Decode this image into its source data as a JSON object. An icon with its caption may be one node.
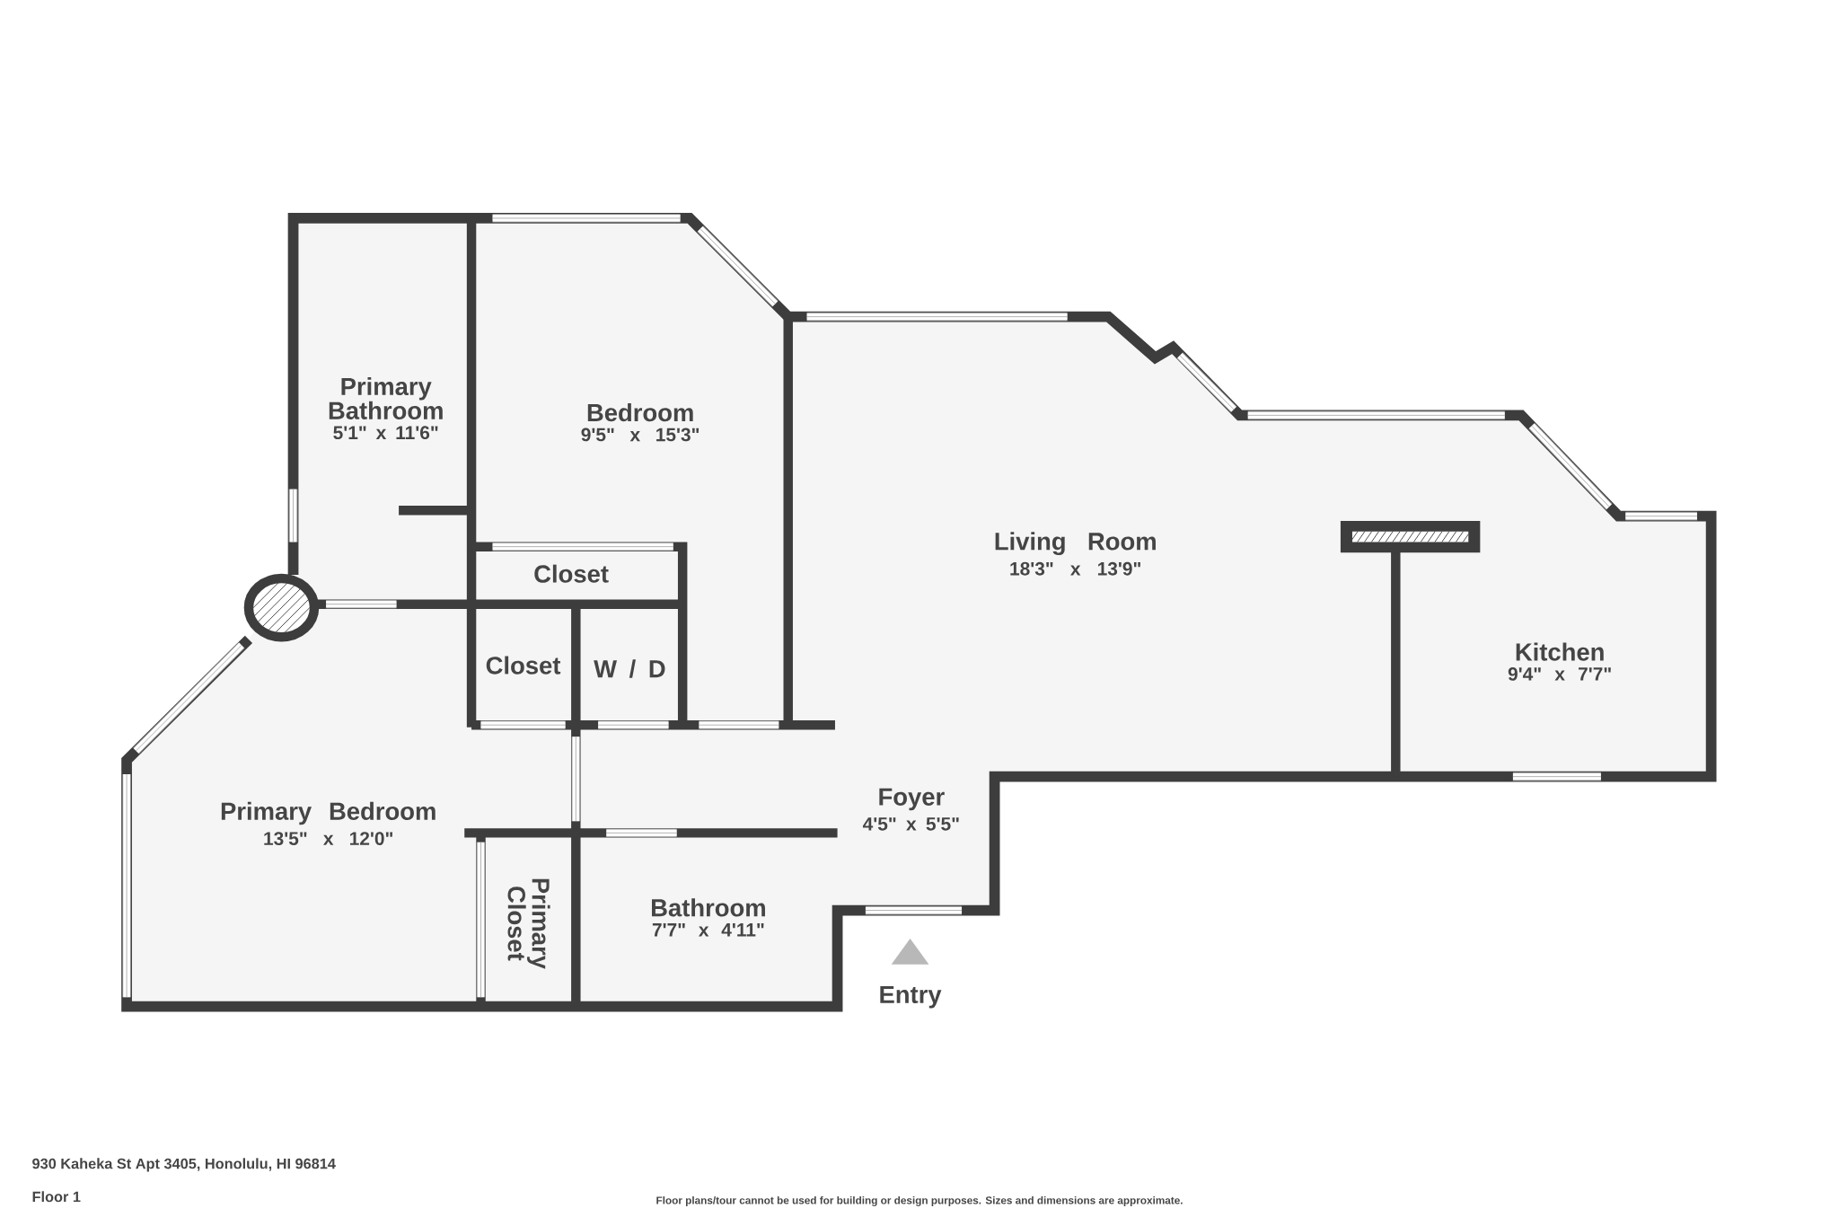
{
  "diagram": {
    "nodes": [
      {
        "text": [
          "Primary Bathroom",
          "5'1\" x 11'6\""
        ]
      },
      {
        "text": [
          "Bedroom",
          "9'5\" x 15'3\""
        ]
      },
      {
        "text": [
          "Living Room",
          "18'3\" x 13'9\""
        ]
      },
      {
        "text": [
          "Kitchen",
          "9'4\" x 7'7\""
        ]
      },
      {
        "text": [
          "Closet"
        ]
      },
      {
        "text": [
          "Closet"
        ]
      },
      {
        "text": [
          "W / D"
        ]
      },
      {
        "text": [
          "Primary Bedroom",
          "13'5\" x 12'0\""
        ]
      },
      {
        "text": [
          "Primary Closet"
        ]
      },
      {
        "text": [
          "Bathroom",
          "7'7\" x 4'11\""
        ]
      },
      {
        "text": [
          "Foyer",
          "4'5\" x 5'5\""
        ]
      }
    ],
    "labels": [
      "Entry",
      "930 Kaheka St Apt 3405, Honolulu, HI 96814",
      "Floor 1",
      "Floor plans/tour cannot be used for building or design purposes. Sizes and dimensions are approximate."
    ]
  }
}
